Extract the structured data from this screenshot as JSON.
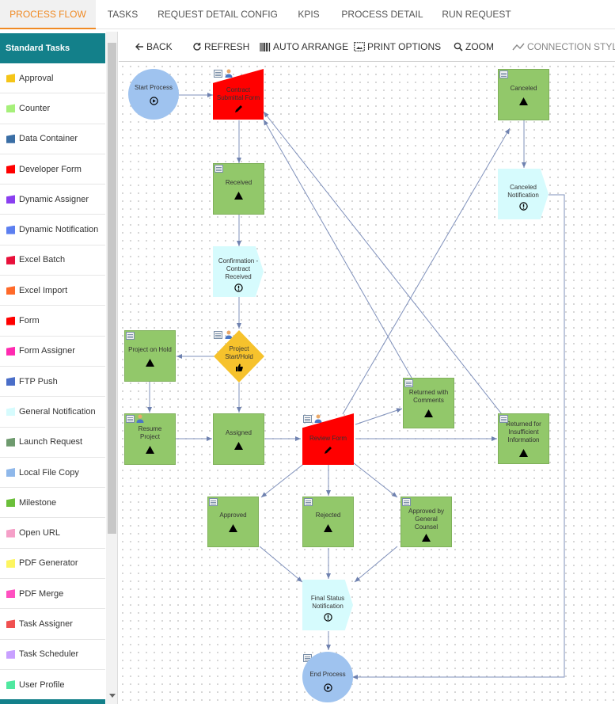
{
  "tabs": [
    {
      "label": "PROCESS FLOW",
      "active": true
    },
    {
      "label": "TASKS"
    },
    {
      "label": "REQUEST DETAIL CONFIG"
    },
    {
      "label": "KPIS"
    },
    {
      "label": "PROCESS DETAIL"
    },
    {
      "label": "RUN REQUEST"
    }
  ],
  "sidebar": {
    "title": "Standard Tasks",
    "items": [
      {
        "label": "Approval",
        "color": "#f5c518"
      },
      {
        "label": "Counter",
        "color": "#a6f07a"
      },
      {
        "label": "Data Container",
        "color": "#3a6ea5"
      },
      {
        "label": "Developer Form",
        "color": "#ff0000"
      },
      {
        "label": "Dynamic Assigner",
        "color": "#8a3ff0"
      },
      {
        "label": "Dynamic Notification",
        "color": "#5c7ff0"
      },
      {
        "label": "Excel Batch",
        "color": "#e8103a"
      },
      {
        "label": "Excel Import",
        "color": "#ff6a2a"
      },
      {
        "label": "Form",
        "color": "#ff0000"
      },
      {
        "label": "Form Assigner",
        "color": "#ff2ab0"
      },
      {
        "label": "FTP Push",
        "color": "#4a6ec8"
      },
      {
        "label": "General Notification",
        "color": "#d6fbfd"
      },
      {
        "label": "Launch Request",
        "color": "#6e9a6e"
      },
      {
        "label": "Local File Copy",
        "color": "#8fb8ea"
      },
      {
        "label": "Milestone",
        "color": "#6bbf3a"
      },
      {
        "label": "Open URL",
        "color": "#f5a0c8"
      },
      {
        "label": "PDF Generator",
        "color": "#fdf560"
      },
      {
        "label": "PDF Merge",
        "color": "#ff50c0"
      },
      {
        "label": "Task Assigner",
        "color": "#f05050"
      },
      {
        "label": "Task Scheduler",
        "color": "#c8a0ff"
      },
      {
        "label": "User Profile",
        "color": "#50e8a0"
      }
    ]
  },
  "toolbar": {
    "back": "BACK",
    "refresh": "REFRESH",
    "auto_arrange": "AUTO ARRANGE",
    "print_options": "PRINT OPTIONS",
    "zoom": "ZOOM",
    "connection_style": "CONNECTION STYLE"
  },
  "flow": {
    "start_process": "Start Process",
    "contract_submittal_form": "Contract Submittal Form",
    "received": "Received",
    "confirmation_contract_received": "Confirmation - Contract Received",
    "project_start_hold": "Project Start/Hold",
    "project_on_hold": "Project on Hold",
    "resume_project": "Resume Project",
    "assigned": "Assigned",
    "review_form": "Review Form",
    "returned_with_comments": "Returned with Comments",
    "returned_for_insufficient_information": "Returned for Insufficient Information",
    "canceled": "Canceled",
    "canceled_notification": "Canceled Notification",
    "approved": "Approved",
    "rejected": "Rejected",
    "approved_by_general_counsel": "Approved by General Counsel",
    "final_status_notification": "Final Status Notification",
    "end_process": "End Process"
  }
}
